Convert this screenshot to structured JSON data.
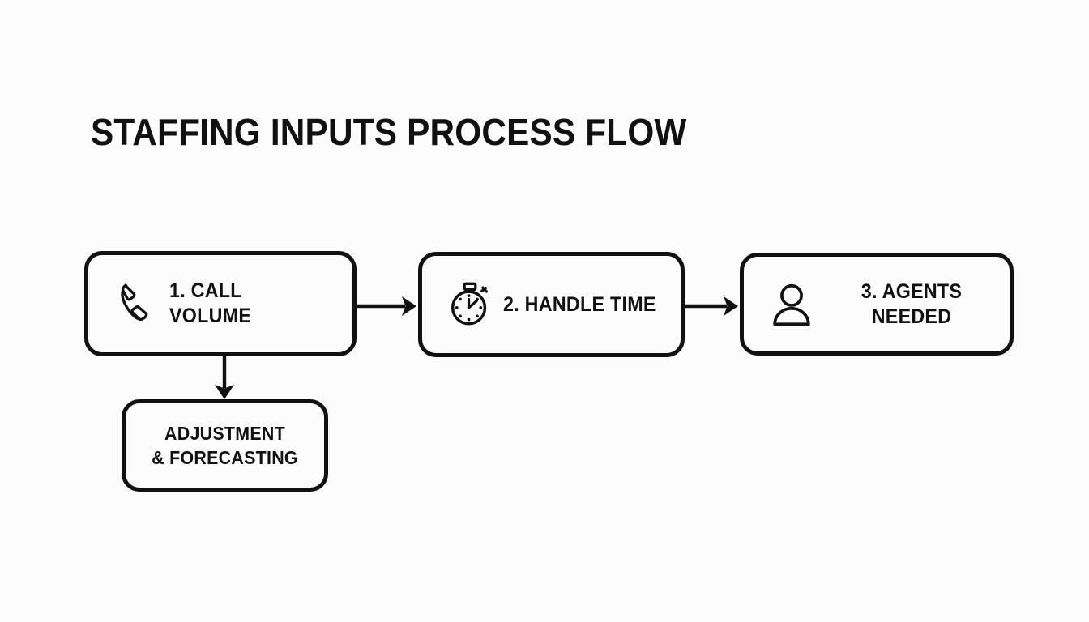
{
  "page": {
    "background_color": "#fcfcfc",
    "stroke_color": "#111111",
    "text_color": "#111111"
  },
  "title": "STAFFING INPUTS PROCESS FLOW",
  "nodes": [
    {
      "id": "call-volume",
      "label": "1. CALL VOLUME",
      "icon": "phone-icon",
      "step": "1"
    },
    {
      "id": "handle-time",
      "label": "2. HANDLE TIME",
      "icon": "stopwatch-icon",
      "step": "2"
    },
    {
      "id": "agents-needed",
      "label": "3. AGENTS\nNEEDED",
      "icon": "person-icon",
      "step": "3"
    },
    {
      "id": "adjustment",
      "label": "ADJUSTMENT\n& FORECASTING",
      "icon": "none",
      "step": ""
    }
  ],
  "connectors": [
    {
      "id": "arrow-1",
      "from": "call-volume",
      "to": "handle-time",
      "direction": "right"
    },
    {
      "id": "arrow-2",
      "from": "handle-time",
      "to": "agents-needed",
      "direction": "right"
    },
    {
      "id": "arrow-3",
      "from": "call-volume",
      "to": "adjustment",
      "direction": "down"
    }
  ],
  "chart_data": {
    "type": "diagram",
    "diagram_kind": "process-flow",
    "title": "STAFFING INPUTS PROCESS FLOW",
    "nodes": [
      {
        "id": "call-volume",
        "label": "1. CALL VOLUME",
        "icon": "phone-icon"
      },
      {
        "id": "handle-time",
        "label": "2. HANDLE TIME",
        "icon": "stopwatch-icon"
      },
      {
        "id": "agents-needed",
        "label": "3. AGENTS NEEDED",
        "icon": "person-icon"
      },
      {
        "id": "adjustment",
        "label": "ADJUSTMENT & FORECASTING",
        "icon": "none"
      }
    ],
    "edges": [
      {
        "from": "call-volume",
        "to": "handle-time",
        "direction": "right"
      },
      {
        "from": "handle-time",
        "to": "agents-needed",
        "direction": "right"
      },
      {
        "from": "call-volume",
        "to": "adjustment",
        "direction": "down"
      }
    ]
  }
}
